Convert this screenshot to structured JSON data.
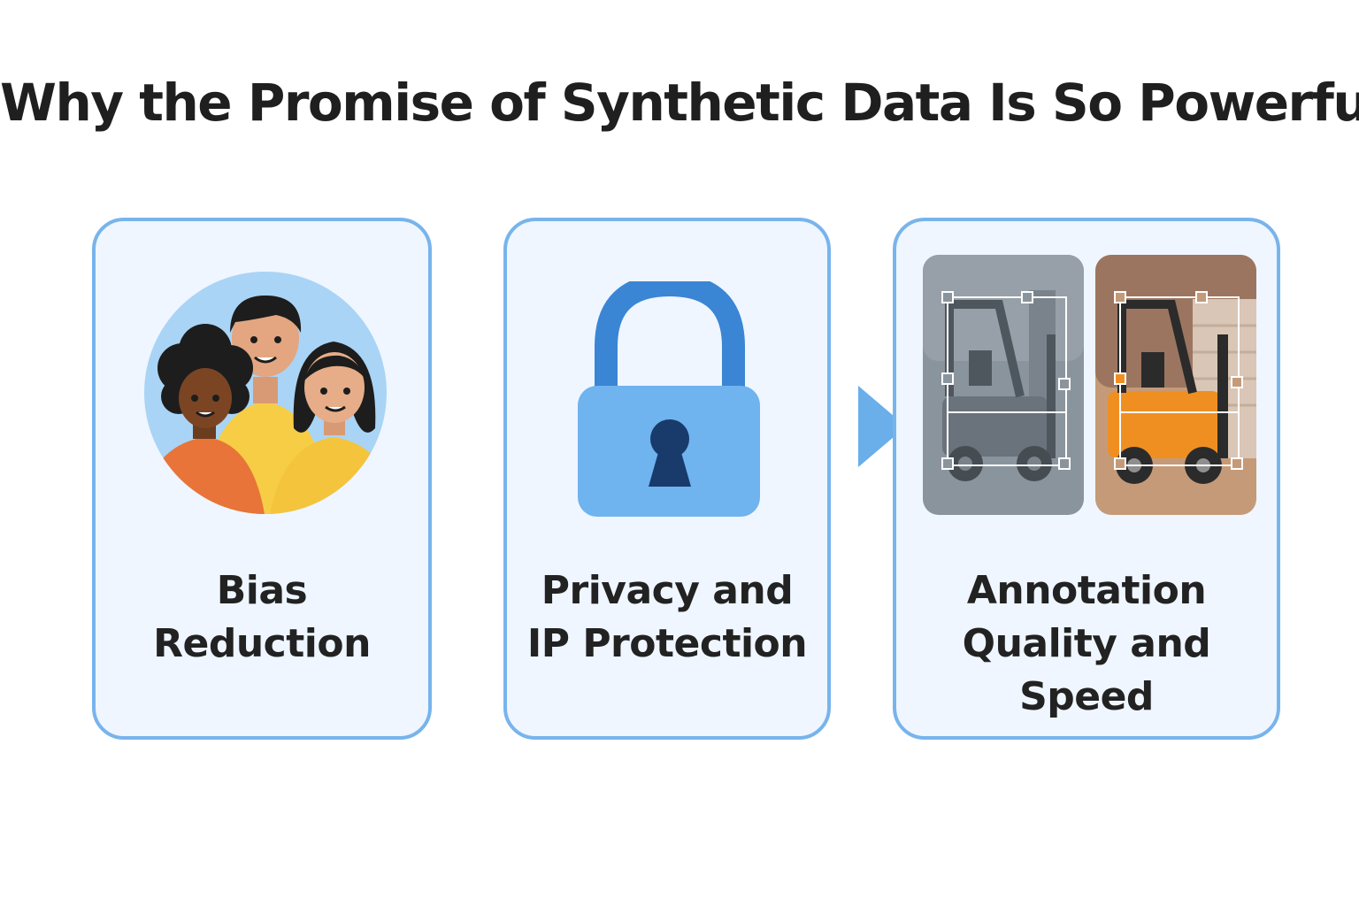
{
  "title": "Why the Promise of Synthetic Data Is So Powerful",
  "cards": [
    {
      "icon": "people-group-icon",
      "label_lines": [
        "Bias",
        "Reduction"
      ]
    },
    {
      "icon": "padlock-icon",
      "label_lines": [
        "Privacy and",
        "IP Protection"
      ]
    },
    {
      "icon": "forklift-annotation-icon",
      "label_lines": [
        "Annotation",
        "Quality and",
        "Speed"
      ]
    }
  ],
  "colors": {
    "card_border": "#78b4ec",
    "card_background": "#eff6ff",
    "arrow": "#6aaeea",
    "lock_shackle": "#3a86d4",
    "lock_body": "#6fb3ef",
    "keyhole": "#183b6b",
    "forklift_orange": "#ef8f22"
  }
}
